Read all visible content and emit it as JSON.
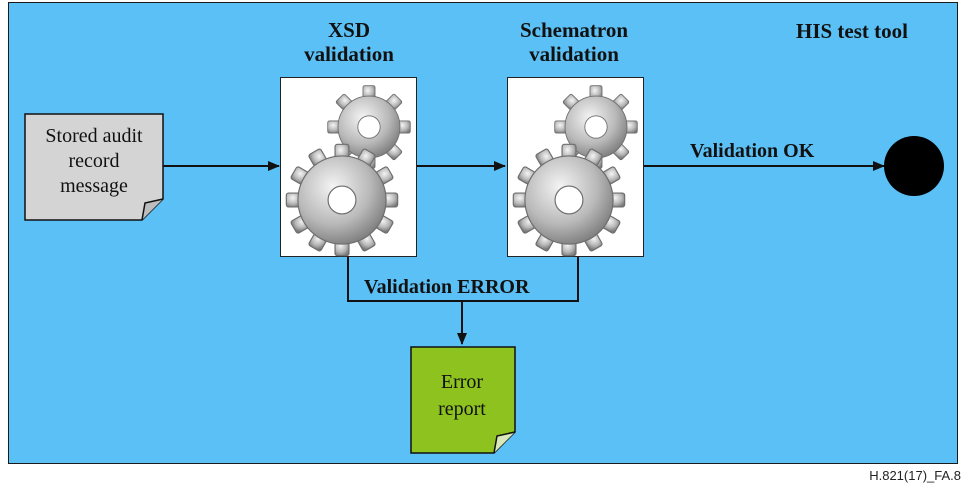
{
  "tool_label": "HIS test tool",
  "input_doc": {
    "line1": "Stored audit",
    "line2": "record",
    "line3": "message"
  },
  "stages": [
    {
      "title_line1": "XSD",
      "title_line2": "validation"
    },
    {
      "title_line1": "Schematron",
      "title_line2": "validation"
    }
  ],
  "ok_label": "Validation OK",
  "error_label": "Validation ERROR",
  "output_doc": {
    "line1": "Error",
    "line2": "report"
  },
  "figure_ref": "H.821(17)_FA.8",
  "colors": {
    "background": "#5bc0f5",
    "input_doc": "#d4d4d4",
    "output_doc": "#8dc21f",
    "end_node": "#000000"
  }
}
